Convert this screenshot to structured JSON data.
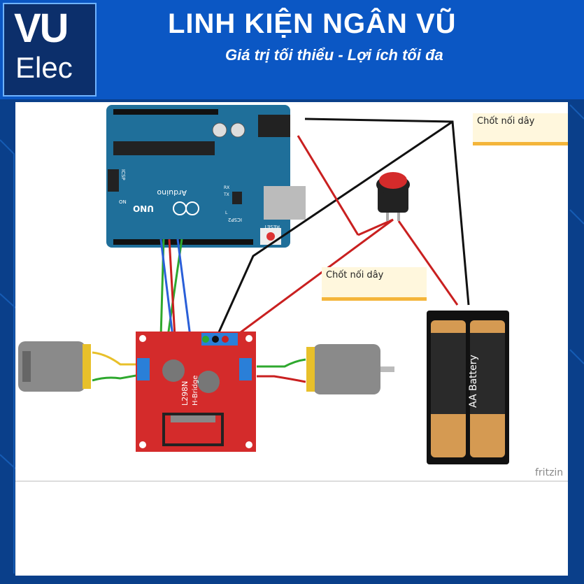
{
  "header": {
    "logo_line1": "VU",
    "logo_line2": "Elec",
    "title": "LINH KIỆN NGÂN VŨ",
    "slogan": "Giá trị tối thiểu - Lợi ích tối đa"
  },
  "labels": {
    "connector_top": "Chốt nối dây",
    "connector_mid": "Chốt nối dây"
  },
  "arduino": {
    "brand": "Arduino",
    "model": "UNO",
    "icsp": "ICSP",
    "icsp2": "ICSP2",
    "reset": "RESET",
    "on": "ON",
    "tx": "TX",
    "rx": "RX",
    "l": "L"
  },
  "driver": {
    "name": "L298N",
    "sub": "H-Bridge"
  },
  "battery": {
    "cell1": "AA Battery",
    "cell2": "AA Battery"
  },
  "watermark": "fritzin",
  "colors": {
    "header_bg": "#0b57c4",
    "board_blue": "#1f6f9a",
    "driver_red": "#d42b2b",
    "wire_red": "#c92020",
    "wire_black": "#111111"
  }
}
